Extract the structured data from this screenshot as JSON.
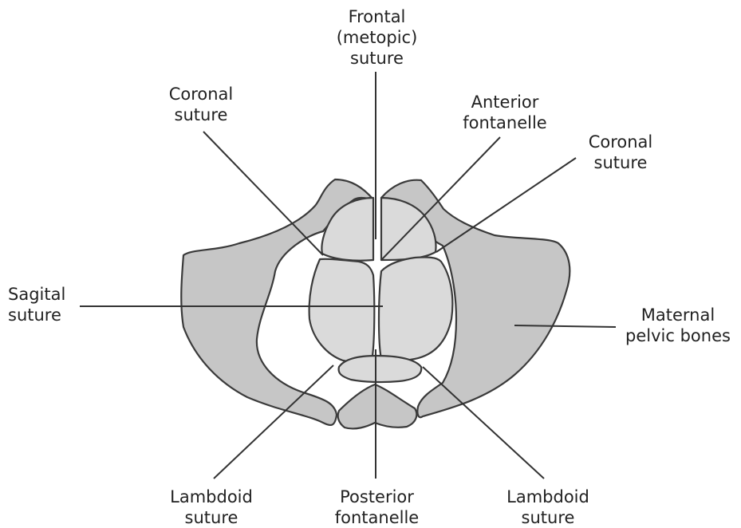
{
  "labels": {
    "frontal_suture": [
      "Frontal",
      "(metopic)",
      "suture"
    ],
    "coronal_suture_left": [
      "Coronal",
      "suture"
    ],
    "anterior_fontanelle": [
      "Anterior",
      "fontanelle"
    ],
    "coronal_suture_right": [
      "Coronal",
      "suture"
    ],
    "sagital_suture": [
      "Sagital",
      "suture"
    ],
    "maternal_pelvic_bones": [
      "Maternal",
      "pelvic bones"
    ],
    "lambdoid_suture_left": [
      "Lambdoid",
      "suture"
    ],
    "posterior_fontanelle": [
      "Posterior",
      "fontanelle"
    ],
    "lambdoid_suture_right": [
      "Lambdoid",
      "suture"
    ]
  },
  "colors": {
    "pelvic_bone_fill": "#c6c6c6",
    "skull_fill": "#dadada",
    "outline": "#3a3a3a"
  }
}
